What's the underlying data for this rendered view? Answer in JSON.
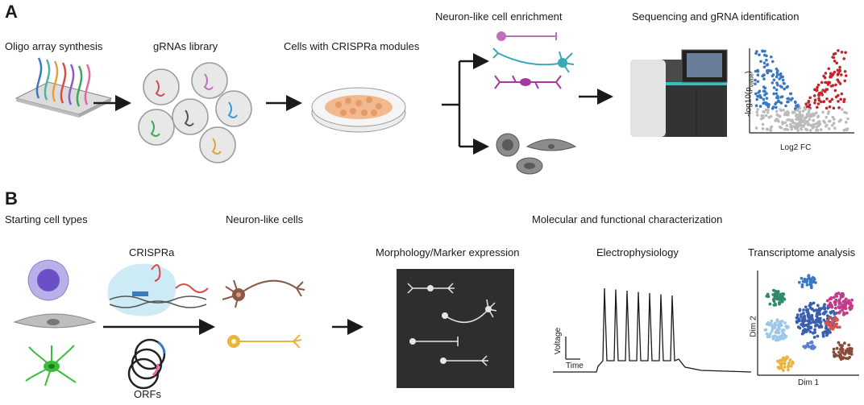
{
  "panel_a": {
    "letter": "A",
    "steps": {
      "oligo": "Oligo array synthesis",
      "library": "gRNAs library",
      "cells": "Cells with CRISPRa modules",
      "enrichment": "Neuron-like cell enrichment",
      "sequencing": "Sequencing and gRNA identification"
    },
    "volcano": {
      "ylabel": "-log10(p",
      "ylabel_sub": "value",
      "ylabel_close": ")",
      "xlabel": "Log2 FC"
    }
  },
  "panel_b": {
    "letter": "B",
    "steps": {
      "starting": "Starting cell types",
      "crispra": "CRISPRa",
      "orfs": "ORFs",
      "neuron_like": "Neuron-like cells",
      "characterization": "Molecular and functional characterization",
      "morphology": "Morphology/Marker expression",
      "ephys": "Electrophysiology",
      "transcriptome": "Transcriptome analysis"
    },
    "ephys_axes": {
      "y": "Voltage",
      "x": "Time"
    },
    "umap_axes": {
      "y": "Dim 2",
      "x": "Dim 1"
    }
  },
  "colors": {
    "arrow": "#1a1a1a",
    "volcano_up": "#c0272d",
    "volcano_down": "#3a78c2",
    "volcano_ns": "#bbbbbb",
    "dish": "#f2b98e",
    "neuron_pink": "#c06fbf",
    "neuron_teal": "#3aa8b8",
    "neuron_magenta": "#a43a9c",
    "neuron_brown": "#8a5a48",
    "neuron_yellow": "#e9b33f",
    "astro_green": "#3bbd3b",
    "cell_purple": "#6a4fc8"
  }
}
